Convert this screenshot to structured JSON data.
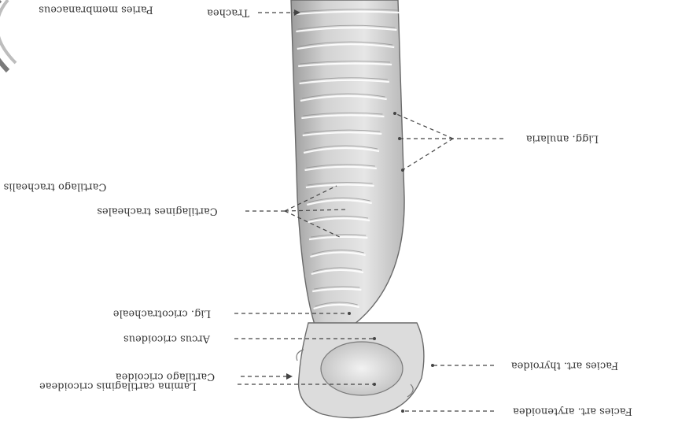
{
  "colors": {
    "background": "#ffffff",
    "leader_line": "#444444",
    "tissue_light": "#e3e3e3",
    "tissue_mid": "#c4c4c4",
    "tissue_dark": "#8a8a8a",
    "outline": "#6a6a6a"
  },
  "note": "",
  "labels": {
    "partes_membranaceae": "Paries membranaceus",
    "trachea": "Trachea",
    "ligg_anularia": "Ligg. anularia",
    "cartilago_trachealis": "Cartilago trachealis",
    "cartilagines_tracheales": "Cartilagines tracheales",
    "lig_cricotracheale": "Lig. cricotracheale",
    "arcus_cricoideus": "Arcus cricoideus",
    "cartilago_cricoidea": "Cartilago cricoidea",
    "facies_art_thyroidea": "Facies art. thyroidea",
    "lamina_cartilaginis_cricoideae": "Lamina cartilaginis cricoideae",
    "facies_art_arytenoidea": "Facies art. arytenoidea"
  }
}
